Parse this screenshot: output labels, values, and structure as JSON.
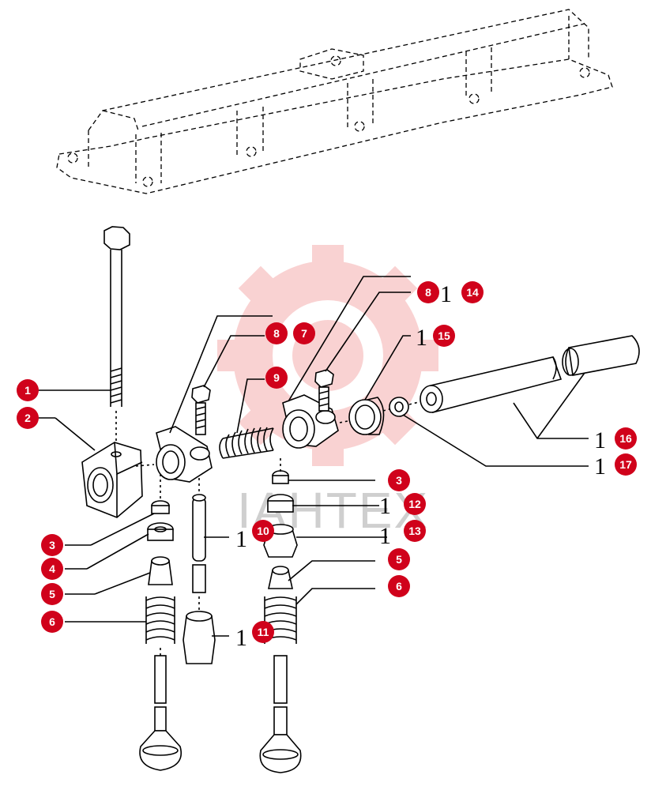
{
  "diagram": {
    "watermark_text": "IAHTEX",
    "reference_glyph": "1",
    "callouts": [
      {
        "id": "c1",
        "label": "1"
      },
      {
        "id": "c2",
        "label": "2"
      },
      {
        "id": "c3a",
        "label": "3"
      },
      {
        "id": "c3b",
        "label": "3"
      },
      {
        "id": "c4",
        "label": "4"
      },
      {
        "id": "c5a",
        "label": "5"
      },
      {
        "id": "c5b",
        "label": "5"
      },
      {
        "id": "c6a",
        "label": "6"
      },
      {
        "id": "c6b",
        "label": "6"
      },
      {
        "id": "c7",
        "label": "7"
      },
      {
        "id": "c8a",
        "label": "8"
      },
      {
        "id": "c8b",
        "label": "8"
      },
      {
        "id": "c9",
        "label": "9"
      },
      {
        "id": "c10",
        "label": "10"
      },
      {
        "id": "c11",
        "label": "11"
      },
      {
        "id": "c12",
        "label": "12"
      },
      {
        "id": "c13",
        "label": "13"
      },
      {
        "id": "c14",
        "label": "14"
      },
      {
        "id": "c15",
        "label": "15"
      },
      {
        "id": "c16",
        "label": "16"
      },
      {
        "id": "c17",
        "label": "17"
      }
    ],
    "colors": {
      "callout_fill": "#d0021b",
      "callout_text": "#ffffff",
      "line": "#000000",
      "watermark": "#f3a3a3"
    }
  }
}
